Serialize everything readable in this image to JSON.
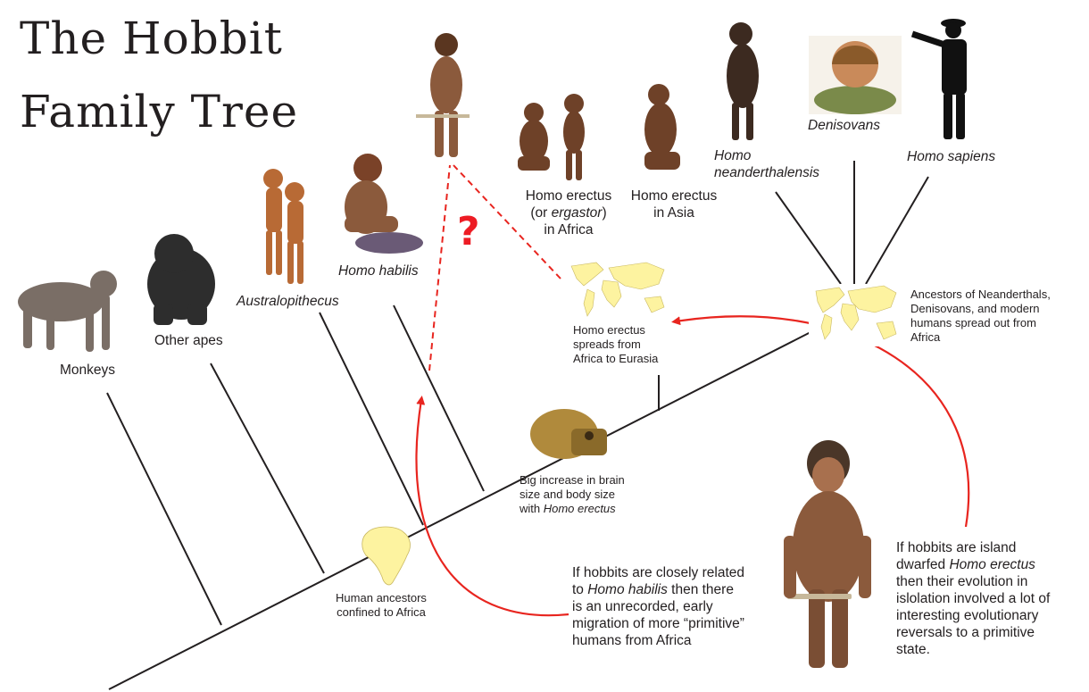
{
  "title": {
    "line1": "The Hobbit",
    "line2": "Family Tree"
  },
  "labels": {
    "monkeys": "Monkeys",
    "other_apes": "Other apes",
    "australopithecus": "Australopithecus",
    "homo_habilis": "Homo habilis",
    "erectus_africa_1": "Homo erectus",
    "erectus_africa_2_pre": "(or ",
    "erectus_africa_2_it": "ergastor",
    "erectus_africa_2_post": ")",
    "erectus_africa_3": "in Africa",
    "erectus_asia_1": "Homo erectus",
    "erectus_asia_2": "in Asia",
    "neanderthal_1": "Homo",
    "neanderthal_2": "neanderthalensis",
    "denisovans": "Denisovans",
    "sapiens": "Homo sapiens",
    "question_mark": "?"
  },
  "notes": {
    "confined": [
      "Human ancestors",
      "confined to Africa"
    ],
    "spread": [
      "Homo erectus",
      "spreads from",
      "Africa to Eurasia"
    ],
    "brain": {
      "line1": "Big increase in brain",
      "line2": "size and body size",
      "line3_pre": "with ",
      "line3_it": "Homo erectus"
    },
    "ancestors": [
      "Ancestors of Neanderthals,",
      "Denisovans, and modern",
      "humans spread out from",
      "Africa"
    ]
  },
  "hypotheses": {
    "habilis": {
      "l1": "If hobbits are closely related",
      "l2_it": "Homo habilis",
      "l2_pre": "to ",
      "l2_post": " then there",
      "l3": "is an unrecorded, early",
      "l4": "migration of more “primitive”",
      "l5": "humans from Africa"
    },
    "erectus": {
      "l1": "If hobbits are island",
      "l2_it": "Homo erectus",
      "l2_pre": "dwarfed ",
      "l3": "then their evolution in",
      "l4": "islolation involved a lot of",
      "l5": "interesting evolutionary",
      "l6": "reversals to a primitive",
      "l7": "state."
    }
  },
  "colors": {
    "arrow": "#e8251f",
    "line": "#231f20",
    "map": "#fdf3a0",
    "skin": "#8b5a3c",
    "ape": "#2d2d2d",
    "monkey": "#7a6e66",
    "skull": "#b08a3c"
  }
}
